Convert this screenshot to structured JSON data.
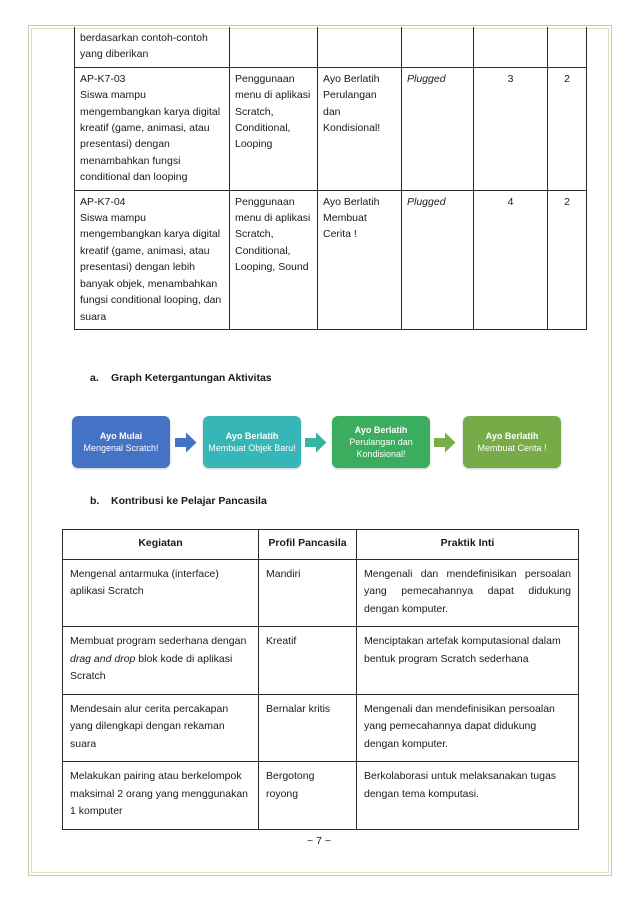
{
  "page": {
    "footer": "~ 7 ~",
    "frame_color": "#b9d3a4"
  },
  "activity_table": {
    "rows": [
      {
        "clipped": true,
        "code": "",
        "description": "berdasarkan contoh-contoh yang diberikan",
        "menu": "",
        "activity": "",
        "mode": "",
        "jp": "",
        "weeks": ""
      },
      {
        "clipped": false,
        "code": "AP-K7-03",
        "description": "Siswa mampu mengembangkan karya digital kreatif (game, animasi, atau presentasi) dengan menambahkan fungsi conditional dan looping",
        "menu": "Penggunaan menu di aplikasi Scratch, Conditional, Looping",
        "activity": "Ayo Berlatih Perulangan dan Kondisional!",
        "mode": "Plugged",
        "jp": "3",
        "weeks": "2"
      },
      {
        "clipped": false,
        "code": "AP-K7-04",
        "description": "Siswa mampu mengembangkan karya digital kreatif (game, animasi, atau presentasi) dengan lebih banyak objek, menambahkan fungsi conditional looping, dan suara",
        "menu": "Penggunaan menu di aplikasi Scratch, Conditional, Looping, Sound",
        "activity": "Ayo Berlatih Membuat Cerita !",
        "mode": "Plugged",
        "jp": "4",
        "weeks": "2"
      }
    ]
  },
  "section_a": {
    "marker": "a.",
    "title": "Graph Ketergantungan Aktivitas"
  },
  "flow": {
    "boxes": [
      {
        "title": "Ayo Mulai",
        "subtitle": "Mengenal Scratch!",
        "color": "#4472c4"
      },
      {
        "title": "Ayo Berlatih",
        "subtitle": "Membuat Objek Baru!",
        "color": "#36b6b6"
      },
      {
        "title": "Ayo Berlatih",
        "subtitle": "Perulangan dan Kondisional!",
        "color": "#3aad5e"
      },
      {
        "title": "Ayo Berlatih",
        "subtitle": "Membuat Cerita !",
        "color": "#76ab48"
      }
    ],
    "arrows": [
      {
        "color": "#4472c4"
      },
      {
        "color": "#36b6a0"
      },
      {
        "color": "#7aad48"
      }
    ]
  },
  "section_b": {
    "marker": "b.",
    "title": "Kontribusi ke Pelajar Pancasila"
  },
  "pancasila_table": {
    "headers": [
      "Kegiatan",
      "Profil Pancasila",
      "Praktik Inti"
    ],
    "rows": [
      {
        "kegiatan_pre": "Mengenal antarmuka (interface) aplikasi Scratch",
        "kegiatan_italic": "",
        "kegiatan_post": "",
        "profil": "Mandiri",
        "praktik": "Mengenali dan mendefinisikan persoalan yang pemecahannya dapat didukung dengan komputer.",
        "justify": true
      },
      {
        "kegiatan_pre": "Membuat program sederhana dengan ",
        "kegiatan_italic": "drag and drop",
        "kegiatan_post": " blok kode di aplikasi Scratch",
        "profil": "Kreatif",
        "praktik": "Menciptakan artefak komputasional dalam bentuk program Scratch sederhana",
        "justify": false
      },
      {
        "kegiatan_pre": "Mendesain alur cerita percakapan yang dilengkapi dengan rekaman suara",
        "kegiatan_italic": "",
        "kegiatan_post": "",
        "profil": "Bernalar kritis",
        "praktik": "Mengenali dan mendefinisikan persoalan yang pemecahannya dapat didukung dengan komputer.",
        "justify": false
      },
      {
        "kegiatan_pre": "Melakukan pairing atau berkelompok maksimal 2 orang yang menggunakan 1 komputer",
        "kegiatan_italic": "",
        "kegiatan_post": "",
        "profil": "Bergotong royong",
        "praktik": "Berkolaborasi untuk melaksanakan tugas dengan tema komputasi.",
        "justify": false
      }
    ]
  }
}
